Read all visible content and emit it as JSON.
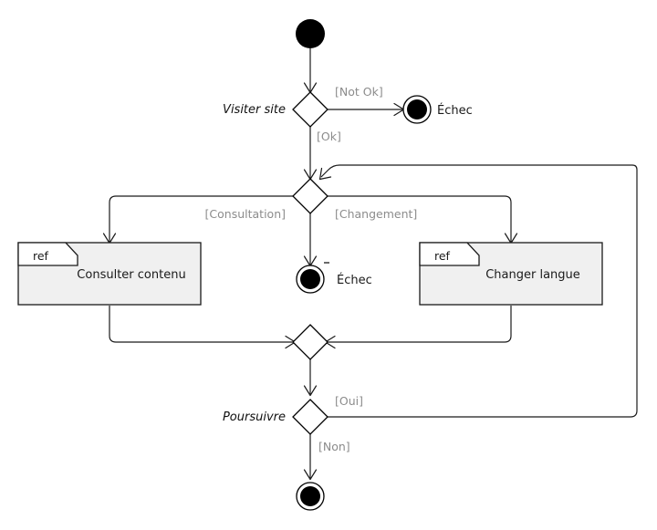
{
  "diagram": {
    "type": "uml-activity-diagram",
    "language": "fr",
    "title": "",
    "colors": {
      "stroke": "#1a1a1a",
      "node_fill": "#ffffff",
      "ref_fill": "#f0f0f0",
      "guard_text": "#8c8c8c",
      "text": "#1a1a1a",
      "background": "#ffffff"
    },
    "nodes": {
      "initial": {
        "label": "",
        "kind": "initial-node"
      },
      "decision_visiter": {
        "label": "Visiter site",
        "kind": "decision-node"
      },
      "final_echec_top": {
        "label": "Échec",
        "kind": "final-node"
      },
      "decision_action": {
        "label": "",
        "kind": "decision-node"
      },
      "final_echec_mid": {
        "label": "Échec",
        "kind": "final-node"
      },
      "ref_consulter": {
        "tab": "ref",
        "label": "Consulter contenu",
        "kind": "ref-frame"
      },
      "ref_changer": {
        "tab": "ref",
        "label": "Changer langue",
        "kind": "ref-frame"
      },
      "merge": {
        "label": "",
        "kind": "merge-node"
      },
      "decision_poursuivre": {
        "label": "Poursuivre",
        "kind": "decision-node"
      },
      "final_end": {
        "label": "",
        "kind": "final-node"
      }
    },
    "guards": {
      "not_ok": "[Not Ok]",
      "ok": "[Ok]",
      "consultation": "[Consultation]",
      "changement": "[Changement]",
      "oui": "[Oui]",
      "non": "[Non]"
    }
  }
}
